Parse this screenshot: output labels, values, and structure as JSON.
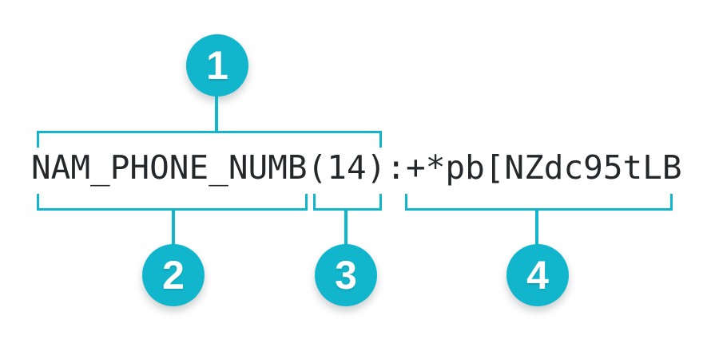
{
  "colors": {
    "accent": "#12B6CC",
    "text_ink": "#24282B",
    "badge_number": "#FFFFFF",
    "background": "#FFFFFF"
  },
  "record_string": {
    "full": "NAM_PHONE_NUMB(14):+*pb[NZdc95tLB",
    "field_name": "NAM_PHONE_NUMB",
    "field_length": "(14)",
    "separator": ":",
    "field_value": "+*pb[NZdc95tLB"
  },
  "callouts": [
    {
      "number": "1"
    },
    {
      "number": "2"
    },
    {
      "number": "3"
    },
    {
      "number": "4"
    }
  ]
}
